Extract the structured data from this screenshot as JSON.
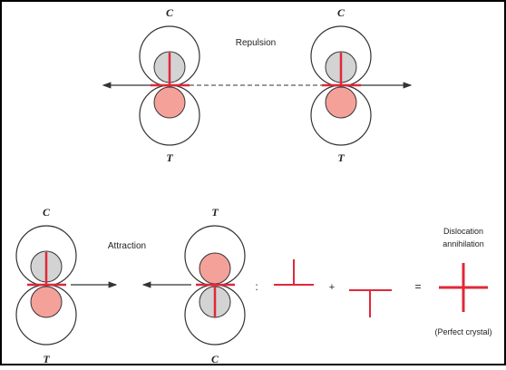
{
  "top": {
    "label": "Repulsion",
    "left_pair": {
      "top_letter": "C",
      "bottom_letter": "T"
    },
    "right_pair": {
      "top_letter": "C",
      "bottom_letter": "T"
    }
  },
  "bottom": {
    "attraction_label": "Attraction",
    "left_pair": {
      "top_letter": "C",
      "bottom_letter": "T"
    },
    "right_pair": {
      "top_letter": "T",
      "bottom_letter": "C"
    },
    "operators": {
      "colon": ":",
      "plus": "+",
      "equals": "="
    },
    "annihilation_label_line1": "Dislocation",
    "annihilation_label_line2": "annihilation",
    "result_label": "(Perfect crystal)"
  },
  "colors": {
    "compression_fill": "#d3d3d3",
    "tension_fill": "#f4a19a",
    "dislocation_red": "#e0283a",
    "outline": "#333333"
  }
}
